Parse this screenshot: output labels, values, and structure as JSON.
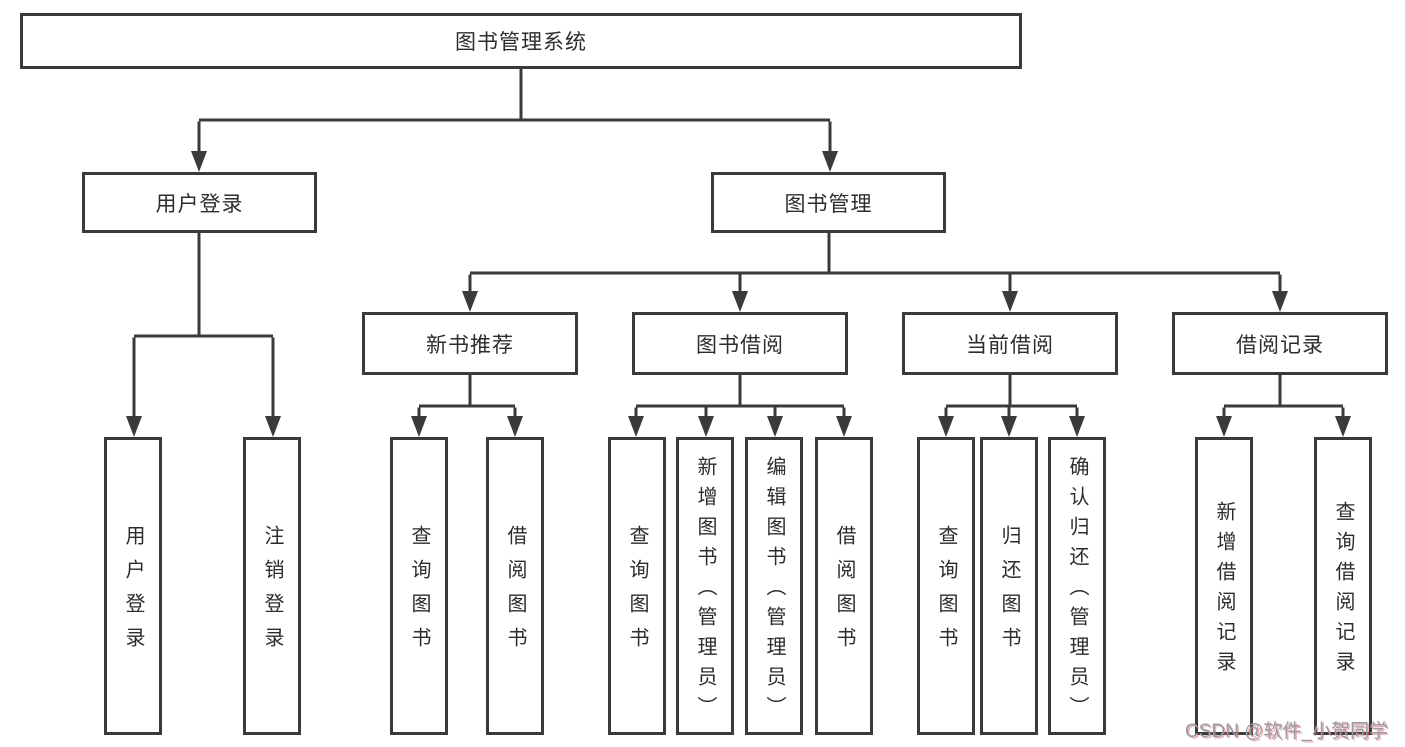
{
  "diagram": {
    "root": {
      "label": "图书管理系统"
    },
    "level2": [
      {
        "label": "用户登录"
      },
      {
        "label": "图书管理"
      }
    ],
    "level3": [
      {
        "label": "新书推荐"
      },
      {
        "label": "图书借阅"
      },
      {
        "label": "当前借阅"
      },
      {
        "label": "借阅记录"
      }
    ],
    "leaves": [
      {
        "label": "用户登录"
      },
      {
        "label": "注销登录"
      },
      {
        "label": "查询图书"
      },
      {
        "label": "借阅图书"
      },
      {
        "label": "查询图书"
      },
      {
        "label": "新增图书（管理员）"
      },
      {
        "label": "编辑图书（管理员）"
      },
      {
        "label": "借阅图书"
      },
      {
        "label": "查询图书"
      },
      {
        "label": "归还图书"
      },
      {
        "label": "确认归还（管理员）"
      },
      {
        "label": "新增借阅记录"
      },
      {
        "label": "查询借阅记录"
      }
    ],
    "watermark": "CSDN @软件_小贺同学",
    "colors": {
      "line": "#3a3a3a",
      "text": "#2d2d2d",
      "background": "#ffffff",
      "watermark_text": "#9a9aa5",
      "watermark_shadow": "#d66a6a"
    }
  }
}
